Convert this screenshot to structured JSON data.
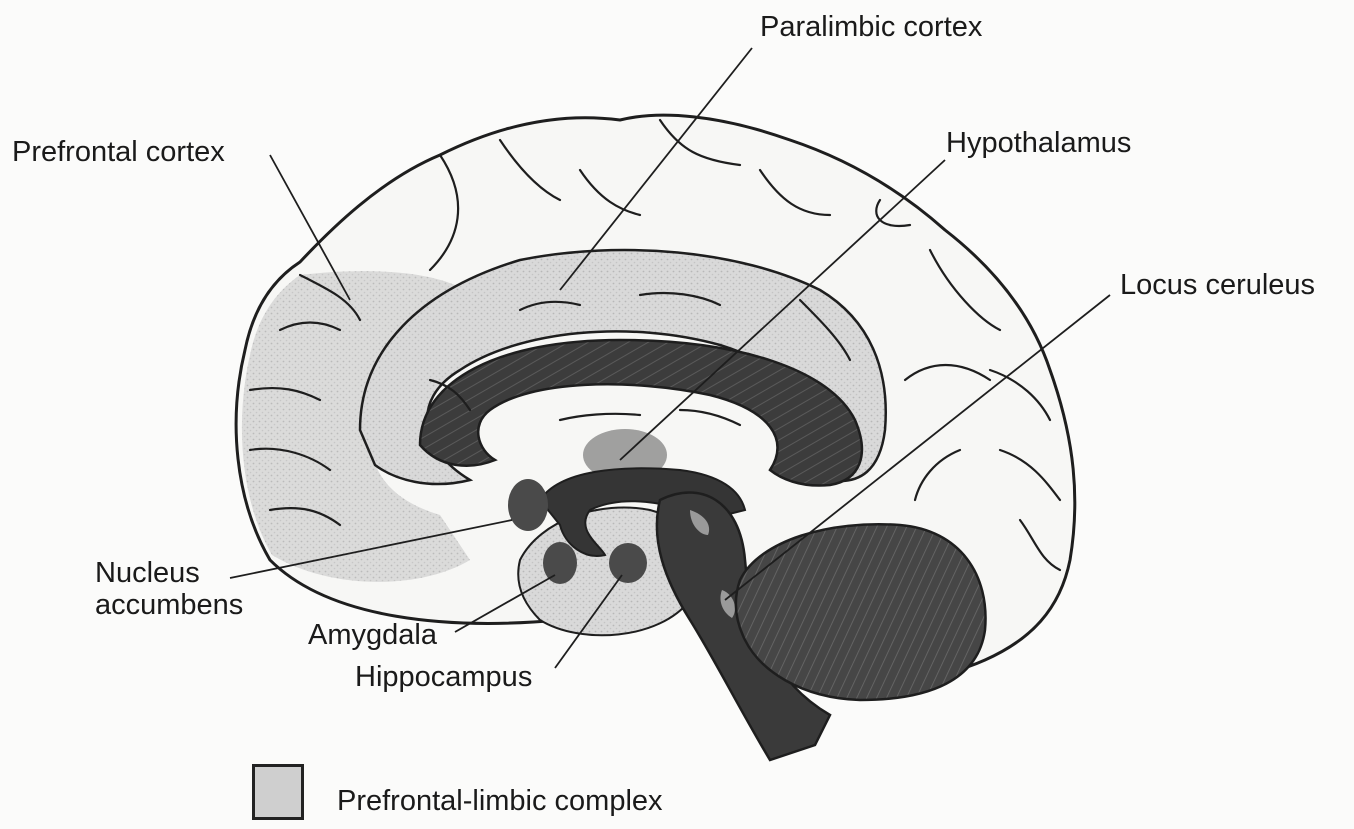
{
  "labels": {
    "paralimbic_cortex": "Paralimbic cortex",
    "prefrontal_cortex": "Prefrontal cortex",
    "hypothalamus": "Hypothalamus",
    "locus_ceruleus": "Locus ceruleus",
    "nucleus_accumbens_line1": "Nucleus",
    "nucleus_accumbens_line2": "accumbens",
    "amygdala": "Amygdala",
    "hippocampus": "Hippocampus"
  },
  "legend": {
    "label": "Prefrontal-limbic complex"
  },
  "colors": {
    "background": "#fbfbfa",
    "outline": "#1e1e1e",
    "shaded_region": "#d6d6d6",
    "dark_structure": "#3a3a3a"
  }
}
